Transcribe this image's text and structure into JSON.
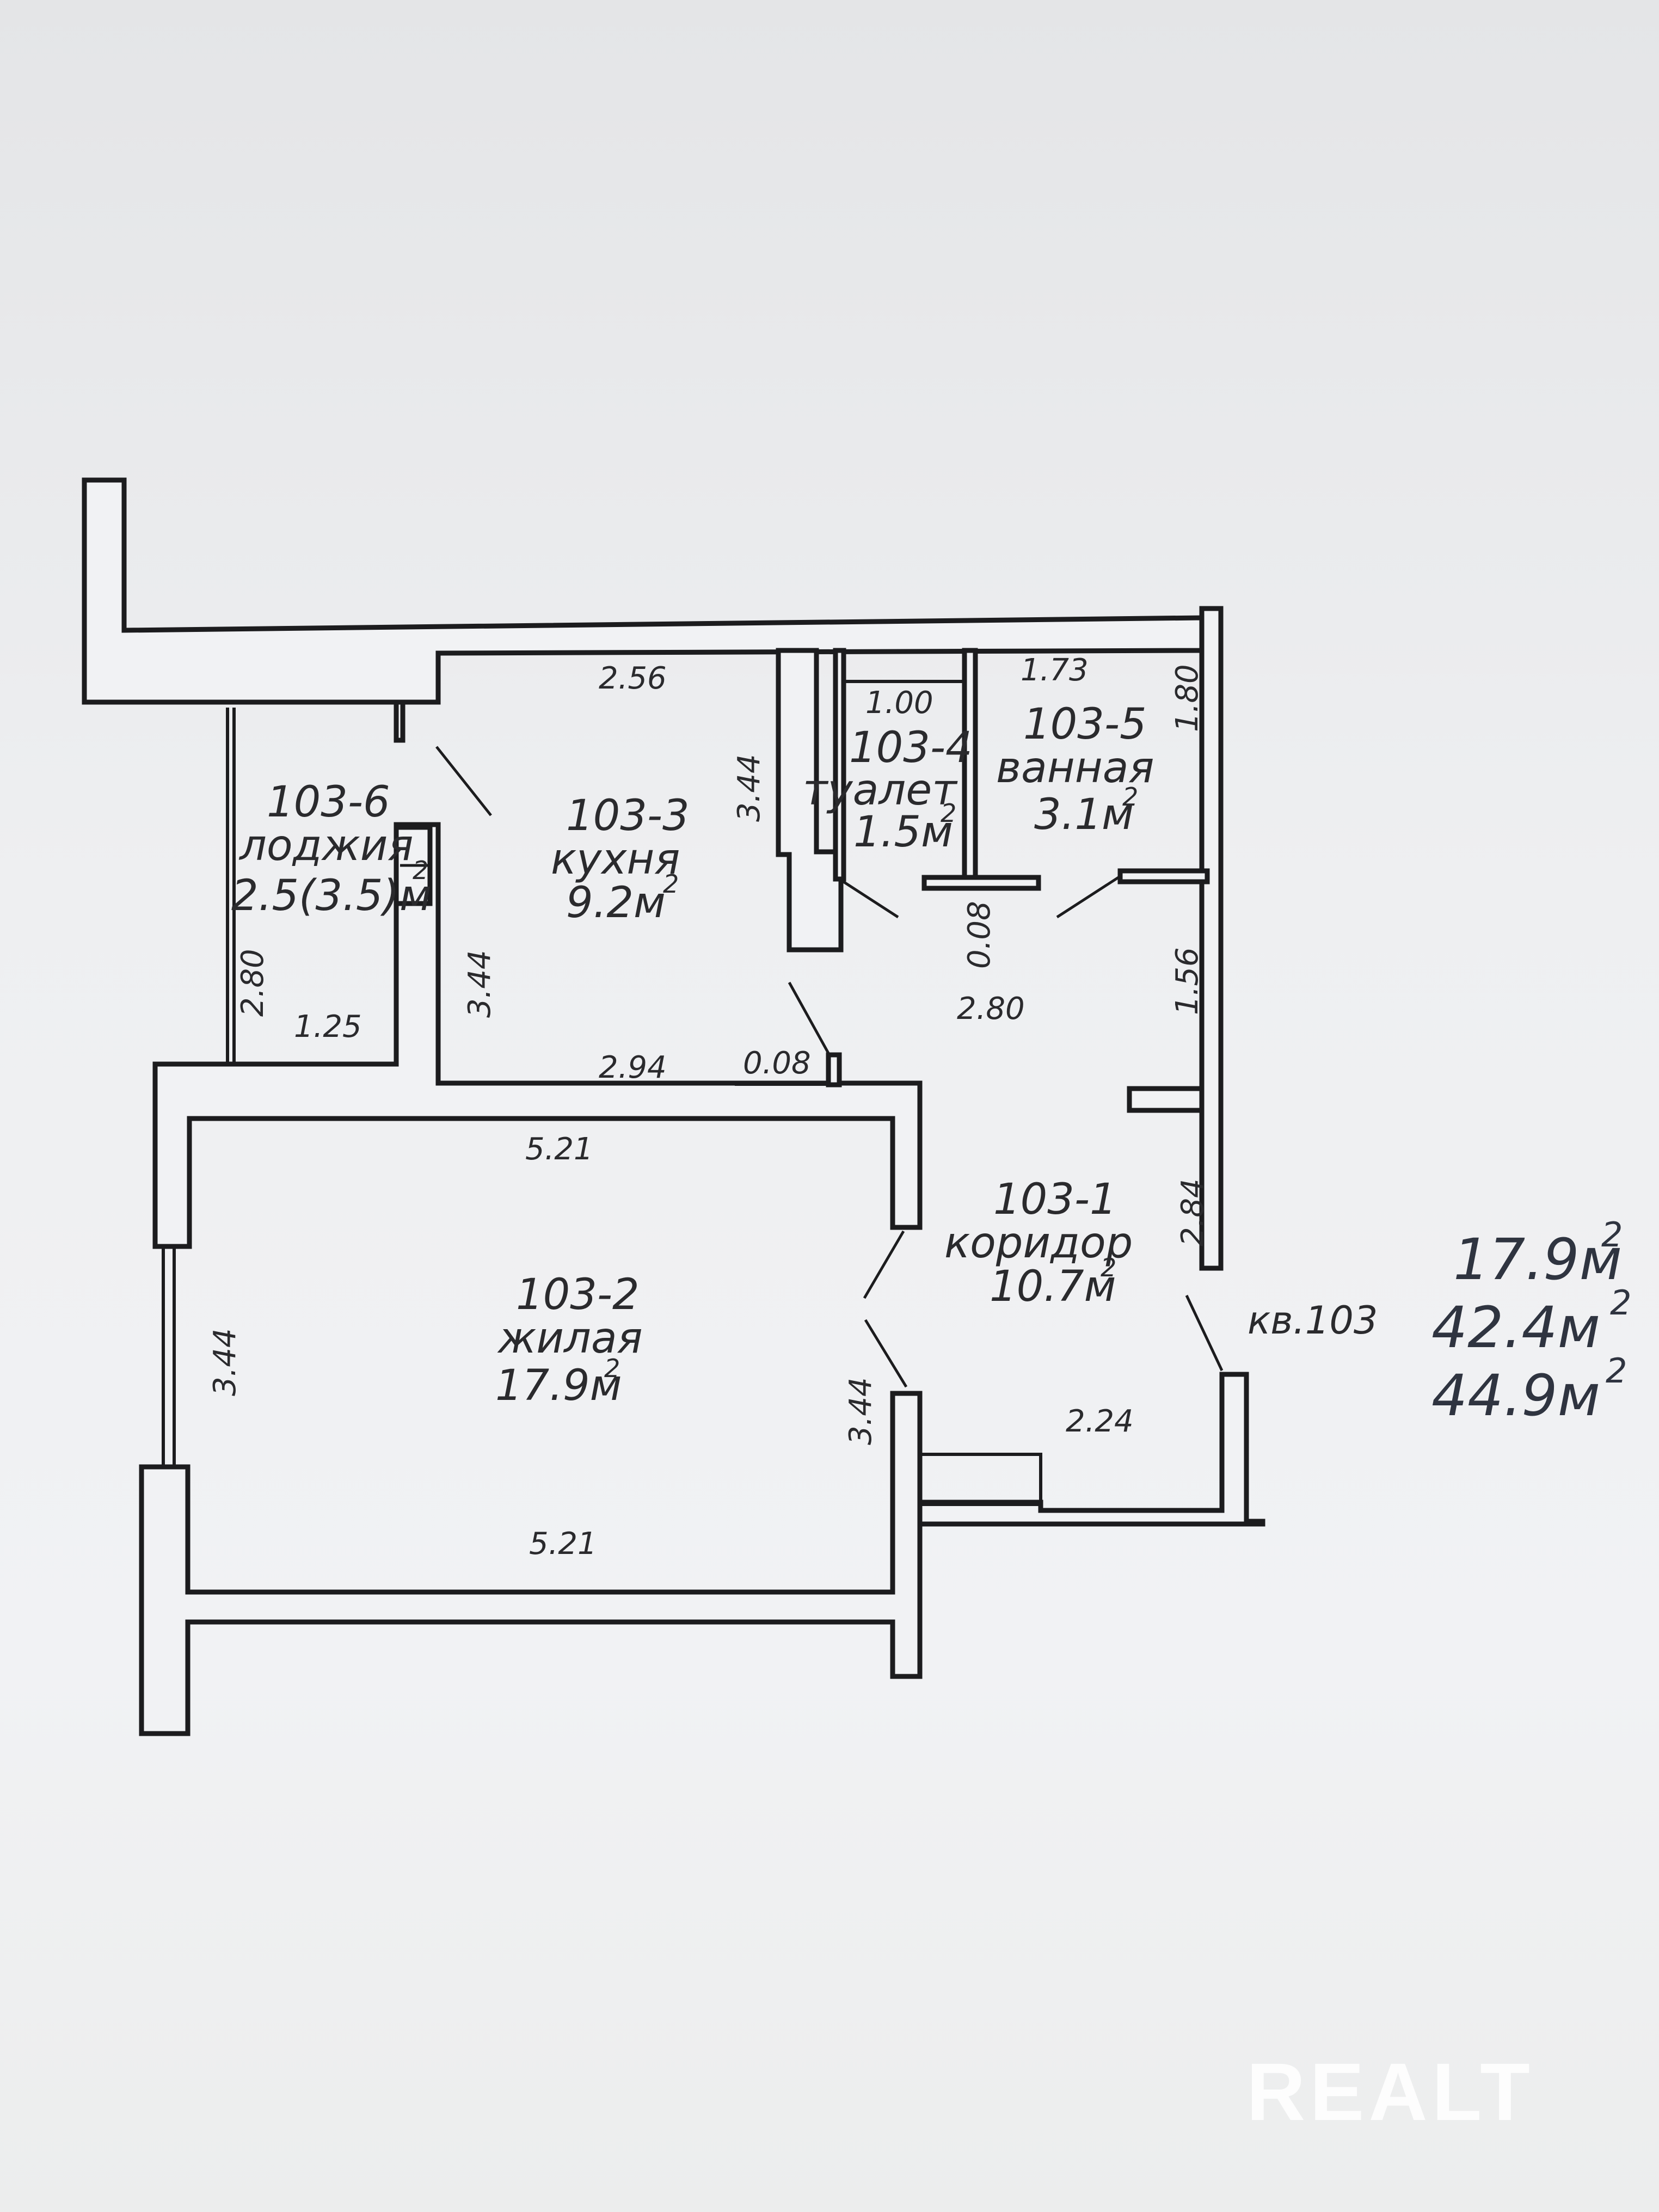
{
  "floor_plan": {
    "apartment": "кв.103",
    "rooms": [
      {
        "id": "103-1",
        "name": "коридор",
        "area": "10.7м"
      },
      {
        "id": "103-2",
        "name": "жилая",
        "area": "17.9м"
      },
      {
        "id": "103-3",
        "name": "кухня",
        "area": "9.2м"
      },
      {
        "id": "103-4",
        "name": "туалет",
        "area": "1.5м"
      },
      {
        "id": "103-5",
        "name": "ванная",
        "area": "3.1м"
      },
      {
        "id": "103-6",
        "name": "лоджия",
        "area": "2.5(3.5)м"
      }
    ],
    "superscript": "2",
    "dimensions": {
      "kitchen_top": "2.56",
      "kitchen_side": "3.44",
      "kitchen_left": "3.44",
      "kitchen_bottom": "2.94",
      "partition_kitchen": "0.08",
      "toilet_width": "1.00",
      "bath_width": "1.73",
      "bath_height": "1.80",
      "partition_toilet": "0.08",
      "corridor_width": "2.80",
      "corridor_niche": "1.56",
      "corridor_height": "2.84",
      "corridor_bottom": "2.24",
      "living_top": "5.21",
      "living_bottom": "5.21",
      "living_left": "3.44",
      "living_right": "3.44",
      "loggia_height": "2.80",
      "loggia_width": "1.25"
    },
    "totals": [
      "17.9м",
      "42.4м",
      "44.9м"
    ]
  },
  "watermark": "REALT"
}
